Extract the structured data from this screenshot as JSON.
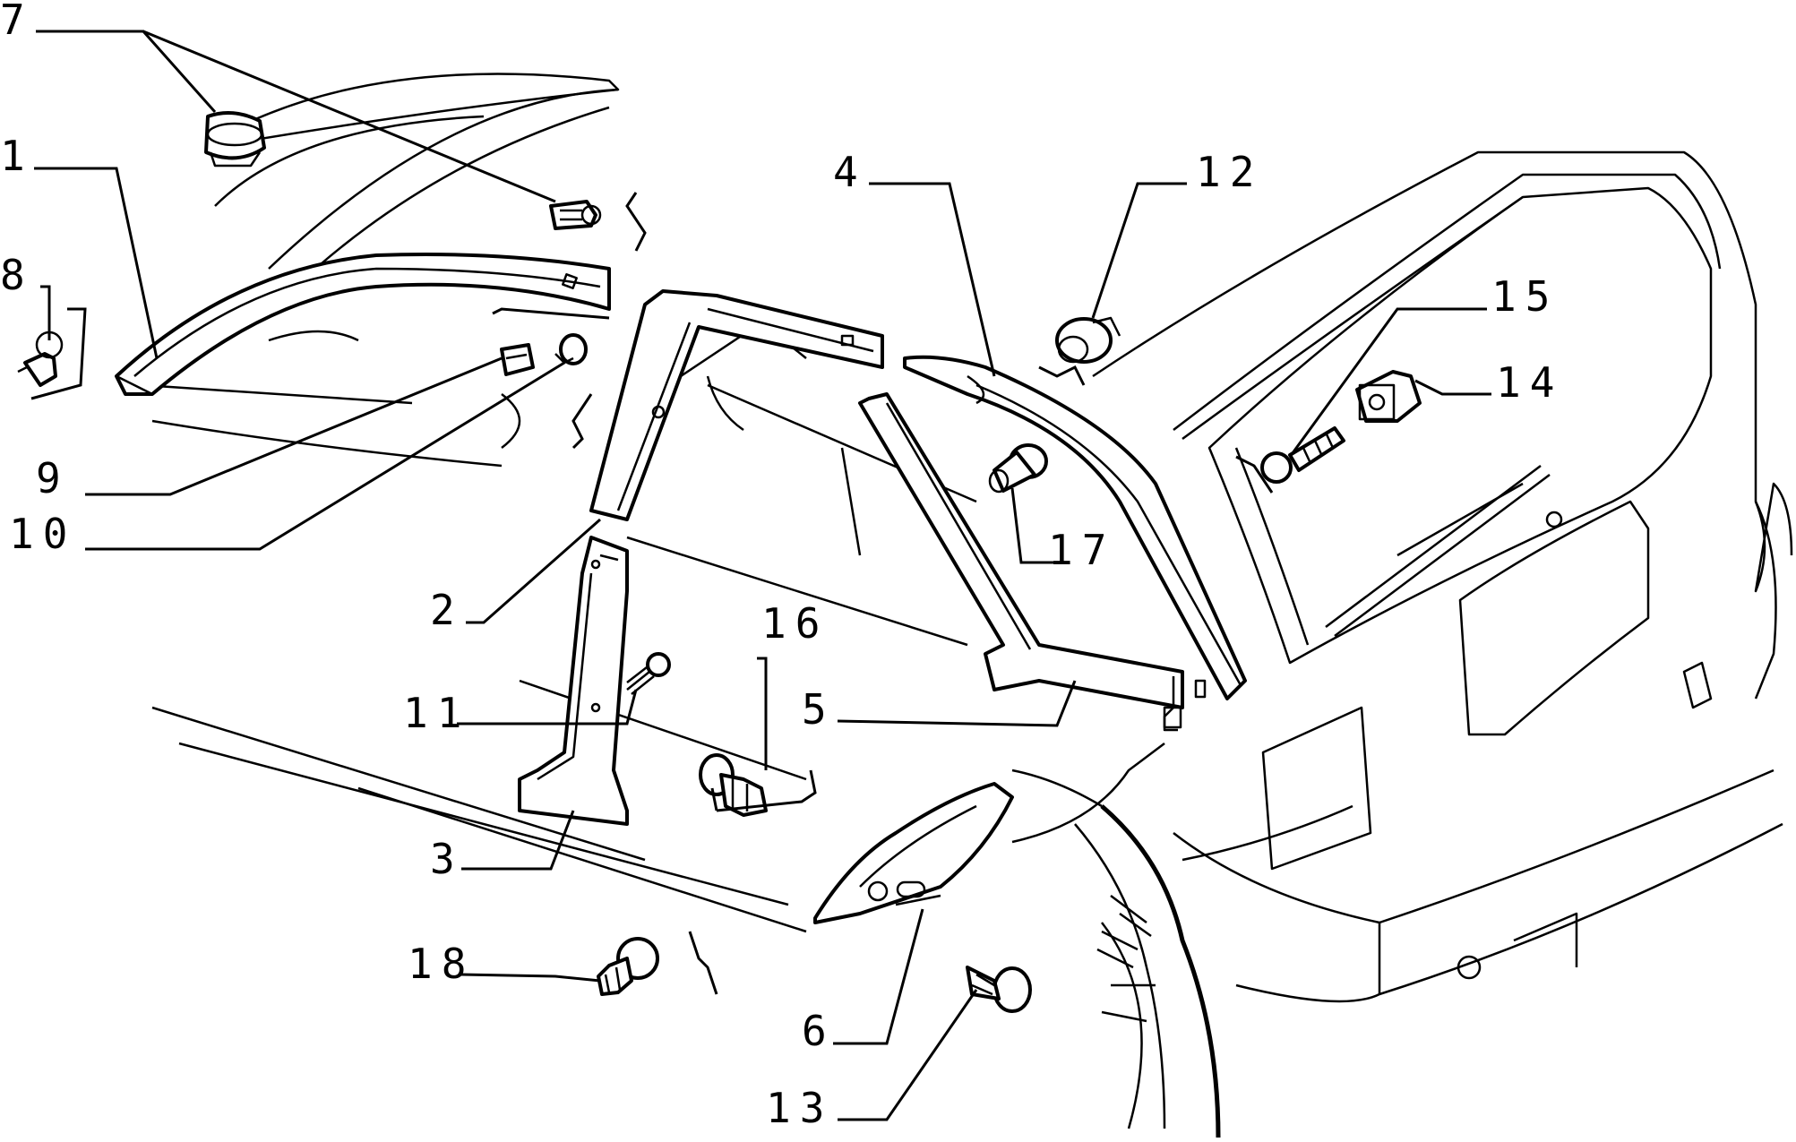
{
  "diagram": {
    "type": "exploded-parts-view",
    "subject": "interior pillar trim panels and fasteners",
    "callouts": {
      "c1": "1",
      "c2": "2",
      "c3": "3",
      "c4": "4",
      "c5": "5",
      "c6": "6",
      "c7": "7",
      "c8": "8",
      "c9": "9",
      "c10": "10",
      "c11": "11",
      "c12": "12",
      "c13": "13",
      "c14": "14",
      "c15": "15",
      "c16": "16",
      "c17": "17",
      "c18": "18"
    }
  }
}
